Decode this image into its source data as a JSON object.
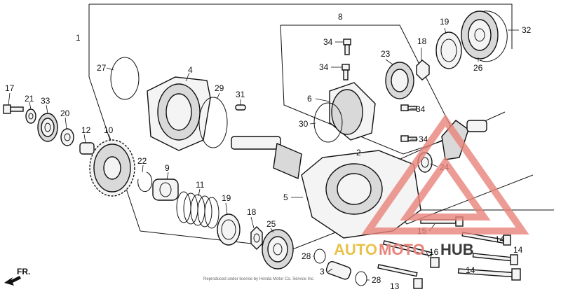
{
  "diagram": {
    "part_callouts": [
      "1",
      "2",
      "3",
      "4",
      "5",
      "6",
      "8",
      "9",
      "10",
      "11",
      "12",
      "13",
      "14",
      "14",
      "14",
      "15",
      "16",
      "17",
      "18",
      "18",
      "19",
      "19",
      "20",
      "21",
      "22",
      "23",
      "24",
      "25",
      "26",
      "27",
      "28",
      "28",
      "29",
      "30",
      "31",
      "32",
      "33",
      "34",
      "34",
      "34",
      "34"
    ],
    "direction_label": "FR.",
    "copyright_text": "Reproduced under license by Honda Motor Co. Service Inc."
  },
  "watermark": {
    "text_auto": "AUTO",
    "text_moto": "MOTO",
    "text_hub": "HUB",
    "color_auto": "#e8c24a",
    "color_moto": "#e8837a",
    "color_hub": "#3a3a3a"
  }
}
